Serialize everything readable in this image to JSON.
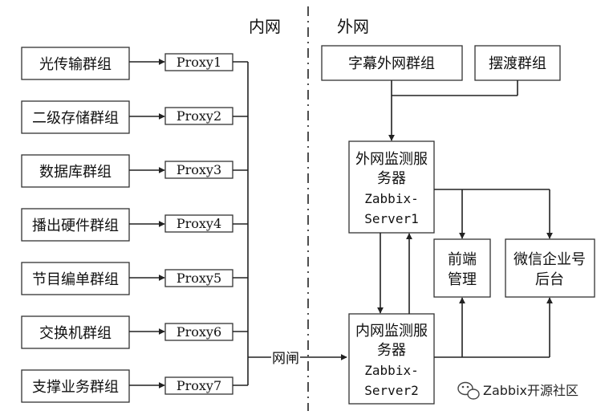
{
  "zones": {
    "inner": "内网",
    "outer": "外网"
  },
  "groups": [
    "光传输群组",
    "二级存储群组",
    "数据库群组",
    "播出硬件群组",
    "节目编单群组",
    "交换机群组",
    "支撑业务群组"
  ],
  "proxies": [
    "Proxy1",
    "Proxy2",
    "Proxy3",
    "Proxy4",
    "Proxy5",
    "Proxy6",
    "Proxy7"
  ],
  "gateway": "网闸",
  "outer_groups": {
    "subtitle": "字幕外网群组",
    "ferry": "摆渡群组"
  },
  "outer_server": [
    "外网监测服",
    "务器",
    "Zabbix-",
    "Server1"
  ],
  "inner_server": [
    "内网监测服",
    "务器",
    "Zabbix-",
    "Server2"
  ],
  "frontend": [
    "前端",
    "管理"
  ],
  "wechat": [
    "微信企业号",
    "后台"
  ],
  "watermark": "Zabbix开源社区"
}
